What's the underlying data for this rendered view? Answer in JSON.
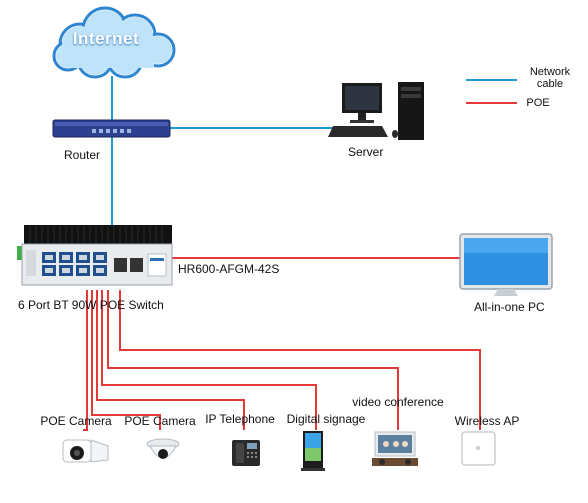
{
  "cloud": {
    "label": "Internet"
  },
  "legend": {
    "network_cable": "Network\ncable",
    "poe": "POE",
    "network_color": "#1e9ad6",
    "poe_color": "#e23a3a"
  },
  "devices": {
    "router": "Router",
    "server": "Server",
    "switch": "6 Port BT 90W POE Switch",
    "switch_model": "HR600-AFGM-42S",
    "all_in_one_pc": "All-in-one PC"
  },
  "endpoints": [
    {
      "label": "POE Camera",
      "icon": "bullet-camera-icon"
    },
    {
      "label": "POE Camera",
      "icon": "dome-camera-icon"
    },
    {
      "label": "IP Telephone",
      "icon": "ip-phone-icon"
    },
    {
      "label": "Digital signage",
      "icon": "signage-kiosk-icon"
    },
    {
      "label": "video conference",
      "icon": "video-conference-icon"
    },
    {
      "label": "Wireless AP",
      "icon": "wireless-ap-icon"
    }
  ]
}
